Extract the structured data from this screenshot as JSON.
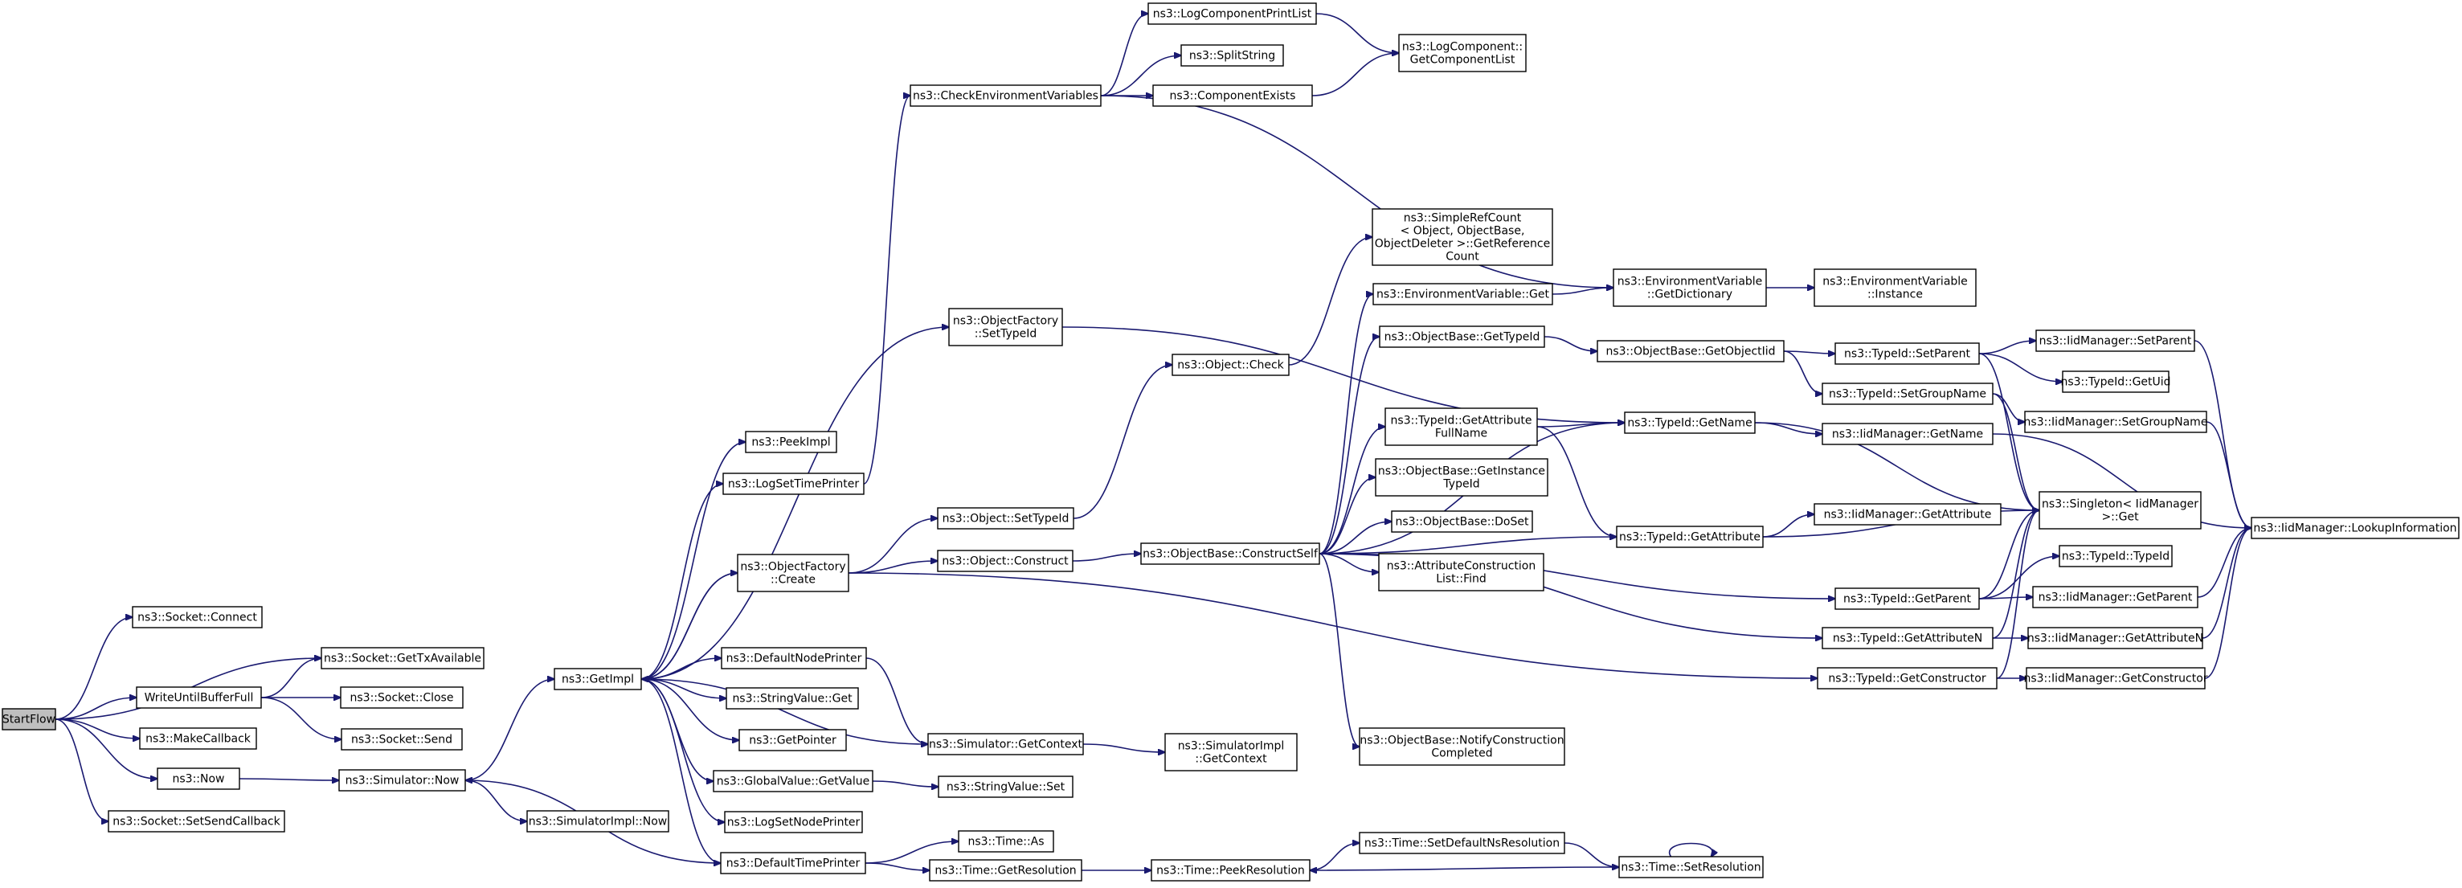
{
  "graph": {
    "edge_color": "#191970",
    "root_fill": "#bfbfbf",
    "nodes": [
      {
        "id": "StartFlow",
        "lines": [
          "StartFlow"
        ],
        "root": true
      },
      {
        "id": "SocketConnect",
        "lines": [
          "ns3::Socket::Connect"
        ]
      },
      {
        "id": "SocketGetTxAvailable",
        "lines": [
          "ns3::Socket::GetTxAvailable"
        ]
      },
      {
        "id": "WriteUntilBufferFull",
        "lines": [
          "WriteUntilBufferFull"
        ]
      },
      {
        "id": "SocketClose",
        "lines": [
          "ns3::Socket::Close"
        ]
      },
      {
        "id": "SocketSend",
        "lines": [
          "ns3::Socket::Send"
        ]
      },
      {
        "id": "MakeCallback",
        "lines": [
          "ns3::MakeCallback"
        ]
      },
      {
        "id": "Now",
        "lines": [
          "ns3::Now"
        ]
      },
      {
        "id": "SocketSetSendCallback",
        "lines": [
          "ns3::Socket::SetSendCallback"
        ]
      },
      {
        "id": "SimulatorNow",
        "lines": [
          "ns3::Simulator::Now"
        ]
      },
      {
        "id": "SimulatorImplNow",
        "lines": [
          "ns3::SimulatorImpl::Now"
        ]
      },
      {
        "id": "GetImpl",
        "lines": [
          "ns3::GetImpl"
        ]
      },
      {
        "id": "PeekImpl",
        "lines": [
          "ns3::PeekImpl"
        ]
      },
      {
        "id": "LogSetTimePrinter",
        "lines": [
          "ns3::LogSetTimePrinter"
        ]
      },
      {
        "id": "ObjectFactoryCreate",
        "lines": [
          "ns3::ObjectFactory",
          "::Create"
        ]
      },
      {
        "id": "DefaultNodePrinter",
        "lines": [
          "ns3::DefaultNodePrinter"
        ]
      },
      {
        "id": "StringValueGet",
        "lines": [
          "ns3::StringValue::Get"
        ]
      },
      {
        "id": "GetPointer",
        "lines": [
          "ns3::GetPointer"
        ]
      },
      {
        "id": "GlobalValueGetValue",
        "lines": [
          "ns3::GlobalValue::GetValue"
        ]
      },
      {
        "id": "LogSetNodePrinter",
        "lines": [
          "ns3::LogSetNodePrinter"
        ]
      },
      {
        "id": "DefaultTimePrinter",
        "lines": [
          "ns3::DefaultTimePrinter"
        ]
      },
      {
        "id": "CheckEnvironmentVariables",
        "lines": [
          "ns3::CheckEnvironmentVariables"
        ]
      },
      {
        "id": "ObjectFactorySetTypeId",
        "lines": [
          "ns3::ObjectFactory",
          "::SetTypeId"
        ]
      },
      {
        "id": "ObjectSetTypeId",
        "lines": [
          "ns3::Object::SetTypeId"
        ]
      },
      {
        "id": "ObjectConstruct",
        "lines": [
          "ns3::Object::Construct"
        ]
      },
      {
        "id": "SimulatorGetContext",
        "lines": [
          "ns3::Simulator::GetContext"
        ]
      },
      {
        "id": "StringValueSet",
        "lines": [
          "ns3::StringValue::Set"
        ]
      },
      {
        "id": "TimeAs",
        "lines": [
          "ns3::Time::As"
        ]
      },
      {
        "id": "TimeGetResolution",
        "lines": [
          "ns3::Time::GetResolution"
        ]
      },
      {
        "id": "LogComponentPrintList",
        "lines": [
          "ns3::LogComponentPrintList"
        ]
      },
      {
        "id": "SplitString",
        "lines": [
          "ns3::SplitString"
        ]
      },
      {
        "id": "ComponentExists",
        "lines": [
          "ns3::ComponentExists"
        ]
      },
      {
        "id": "ObjectCheck",
        "lines": [
          "ns3::Object::Check"
        ]
      },
      {
        "id": "ObjectBaseConstructSelf",
        "lines": [
          "ns3::ObjectBase::ConstructSelf"
        ]
      },
      {
        "id": "SimulatorImplGetContext",
        "lines": [
          "ns3::SimulatorImpl",
          "::GetContext"
        ]
      },
      {
        "id": "TimePeekResolution",
        "lines": [
          "ns3::Time::PeekResolution"
        ]
      },
      {
        "id": "LogComponentGetComponentList",
        "lines": [
          "ns3::LogComponent::",
          "GetComponentList"
        ]
      },
      {
        "id": "SimpleRefCountGetReferenceCount",
        "lines": [
          "ns3::SimpleRefCount",
          "< Object, ObjectBase,",
          "ObjectDeleter >::GetReference",
          "Count"
        ]
      },
      {
        "id": "EnvironmentVariableGet",
        "lines": [
          "ns3::EnvironmentVariable::Get"
        ]
      },
      {
        "id": "ObjectBaseGetTypeId",
        "lines": [
          "ns3::ObjectBase::GetTypeId"
        ]
      },
      {
        "id": "TypeIdGetAttributeFullName",
        "lines": [
          "ns3::TypeId::GetAttribute",
          "FullName"
        ]
      },
      {
        "id": "ObjectBaseGetInstanceTypeId",
        "lines": [
          "ns3::ObjectBase::GetInstance",
          "TypeId"
        ]
      },
      {
        "id": "ObjectBaseDoSet",
        "lines": [
          "ns3::ObjectBase::DoSet"
        ]
      },
      {
        "id": "AttributeConstructionListFind",
        "lines": [
          "ns3::AttributeConstruction",
          "List::Find"
        ]
      },
      {
        "id": "ObjectBaseNotifyConstructionCompleted",
        "lines": [
          "ns3::ObjectBase::NotifyConstruction",
          "Completed"
        ]
      },
      {
        "id": "TimeSetDefaultNsResolution",
        "lines": [
          "ns3::Time::SetDefaultNsResolution"
        ]
      },
      {
        "id": "EnvironmentVariableGetDictionary",
        "lines": [
          "ns3::EnvironmentVariable",
          "::GetDictionary"
        ]
      },
      {
        "id": "ObjectBaseGetObjectIid",
        "lines": [
          "ns3::ObjectBase::GetObjectIid"
        ]
      },
      {
        "id": "TypeIdGetName",
        "lines": [
          "ns3::TypeId::GetName"
        ]
      },
      {
        "id": "TypeIdGetAttribute",
        "lines": [
          "ns3::TypeId::GetAttribute"
        ]
      },
      {
        "id": "TimeSetResolution",
        "lines": [
          "ns3::Time::SetResolution"
        ]
      },
      {
        "id": "EnvironmentVariableInstance",
        "lines": [
          "ns3::EnvironmentVariable",
          "::Instance"
        ]
      },
      {
        "id": "TypeIdSetParent",
        "lines": [
          "ns3::TypeId::SetParent"
        ]
      },
      {
        "id": "TypeIdSetGroupName",
        "lines": [
          "ns3::TypeId::SetGroupName"
        ]
      },
      {
        "id": "IidManagerGetName",
        "lines": [
          "ns3::IidManager::GetName"
        ]
      },
      {
        "id": "IidManagerGetAttribute",
        "lines": [
          "ns3::IidManager::GetAttribute"
        ]
      },
      {
        "id": "TypeIdGetParent",
        "lines": [
          "ns3::TypeId::GetParent"
        ]
      },
      {
        "id": "TypeIdGetAttributeN",
        "lines": [
          "ns3::TypeId::GetAttributeN"
        ]
      },
      {
        "id": "TypeIdGetConstructor",
        "lines": [
          "ns3::TypeId::GetConstructor"
        ]
      },
      {
        "id": "IidManagerSetParent",
        "lines": [
          "ns3::IidManager::SetParent"
        ]
      },
      {
        "id": "TypeIdGetUid",
        "lines": [
          "ns3::TypeId::GetUid"
        ]
      },
      {
        "id": "IidManagerSetGroupName",
        "lines": [
          "ns3::IidManager::SetGroupName"
        ]
      },
      {
        "id": "SingletonIidManagerGet",
        "lines": [
          "ns3::Singleton< IidManager",
          " >::Get"
        ]
      },
      {
        "id": "TypeIdTypeId",
        "lines": [
          "ns3::TypeId::TypeId"
        ]
      },
      {
        "id": "IidManagerGetParent",
        "lines": [
          "ns3::IidManager::GetParent"
        ]
      },
      {
        "id": "IidManagerGetAttributeN",
        "lines": [
          "ns3::IidManager::GetAttributeN"
        ]
      },
      {
        "id": "IidManagerGetConstructor",
        "lines": [
          "ns3::IidManager::GetConstructor"
        ]
      },
      {
        "id": "IidManagerLookupInformation",
        "lines": [
          "ns3::IidManager::LookupInformation"
        ]
      }
    ],
    "edges": [
      [
        "StartFlow",
        "SocketConnect"
      ],
      [
        "StartFlow",
        "SocketGetTxAvailable"
      ],
      [
        "StartFlow",
        "WriteUntilBufferFull"
      ],
      [
        "StartFlow",
        "MakeCallback"
      ],
      [
        "StartFlow",
        "Now"
      ],
      [
        "StartFlow",
        "SocketSetSendCallback"
      ],
      [
        "WriteUntilBufferFull",
        "SocketGetTxAvailable"
      ],
      [
        "WriteUntilBufferFull",
        "SocketClose"
      ],
      [
        "WriteUntilBufferFull",
        "SocketSend"
      ],
      [
        "Now",
        "SimulatorNow"
      ],
      [
        "SimulatorNow",
        "GetImpl"
      ],
      [
        "SimulatorNow",
        "SimulatorImplNow"
      ],
      [
        "GetImpl",
        "PeekImpl"
      ],
      [
        "GetImpl",
        "LogSetTimePrinter"
      ],
      [
        "GetImpl",
        "ObjectFactorySetTypeId"
      ],
      [
        "GetImpl",
        "ObjectFactoryCreate"
      ],
      [
        "GetImpl",
        "DefaultNodePrinter"
      ],
      [
        "GetImpl",
        "StringValueGet"
      ],
      [
        "GetImpl",
        "GetPointer"
      ],
      [
        "GetImpl",
        "GlobalValueGetValue"
      ],
      [
        "GetImpl",
        "LogSetNodePrinter"
      ],
      [
        "GetImpl",
        "DefaultTimePrinter"
      ],
      [
        "GetImpl",
        "SimulatorGetContext"
      ],
      [
        "LogSetTimePrinter",
        "CheckEnvironmentVariables"
      ],
      [
        "ObjectFactoryCreate",
        "GetImpl"
      ],
      [
        "ObjectFactoryCreate",
        "ObjectSetTypeId"
      ],
      [
        "ObjectFactoryCreate",
        "ObjectConstruct"
      ],
      [
        "ObjectFactoryCreate",
        "TypeIdGetConstructor"
      ],
      [
        "ObjectFactorySetTypeId",
        "TypeIdGetName"
      ],
      [
        "DefaultNodePrinter",
        "SimulatorGetContext"
      ],
      [
        "GlobalValueGetValue",
        "StringValueSet"
      ],
      [
        "DefaultTimePrinter",
        "SimulatorNow"
      ],
      [
        "DefaultTimePrinter",
        "TimeAs"
      ],
      [
        "DefaultTimePrinter",
        "TimeGetResolution"
      ],
      [
        "CheckEnvironmentVariables",
        "LogComponentPrintList"
      ],
      [
        "CheckEnvironmentVariables",
        "SplitString"
      ],
      [
        "CheckEnvironmentVariables",
        "ComponentExists"
      ],
      [
        "CheckEnvironmentVariables",
        "EnvironmentVariableGetDictionary"
      ],
      [
        "LogComponentPrintList",
        "LogComponentGetComponentList"
      ],
      [
        "ComponentExists",
        "LogComponentGetComponentList"
      ],
      [
        "ObjectSetTypeId",
        "ObjectCheck"
      ],
      [
        "ObjectCheck",
        "SimpleRefCountGetReferenceCount"
      ],
      [
        "ObjectConstruct",
        "ObjectBaseConstructSelf"
      ],
      [
        "SimulatorGetContext",
        "SimulatorImplGetContext"
      ],
      [
        "TimeGetResolution",
        "TimePeekResolution"
      ],
      [
        "ObjectBaseConstructSelf",
        "EnvironmentVariableGet"
      ],
      [
        "ObjectBaseConstructSelf",
        "ObjectBaseGetTypeId"
      ],
      [
        "ObjectBaseConstructSelf",
        "TypeIdGetName"
      ],
      [
        "ObjectBaseConstructSelf",
        "TypeIdGetAttributeFullName"
      ],
      [
        "ObjectBaseConstructSelf",
        "ObjectBaseGetInstanceTypeId"
      ],
      [
        "ObjectBaseConstructSelf",
        "ObjectBaseDoSet"
      ],
      [
        "ObjectBaseConstructSelf",
        "AttributeConstructionListFind"
      ],
      [
        "ObjectBaseConstructSelf",
        "TypeIdGetAttribute"
      ],
      [
        "ObjectBaseConstructSelf",
        "TypeIdGetParent"
      ],
      [
        "ObjectBaseConstructSelf",
        "TypeIdGetAttributeN"
      ],
      [
        "ObjectBaseConstructSelf",
        "ObjectBaseNotifyConstructionCompleted"
      ],
      [
        "EnvironmentVariableGet",
        "EnvironmentVariableGetDictionary"
      ],
      [
        "EnvironmentVariableGetDictionary",
        "EnvironmentVariableInstance"
      ],
      [
        "ObjectBaseGetTypeId",
        "ObjectBaseGetObjectIid"
      ],
      [
        "ObjectBaseGetObjectIid",
        "TypeIdSetParent"
      ],
      [
        "ObjectBaseGetObjectIid",
        "TypeIdSetGroupName"
      ],
      [
        "TypeIdGetAttributeFullName",
        "TypeIdGetName"
      ],
      [
        "TypeIdGetAttributeFullName",
        "TypeIdGetAttribute"
      ],
      [
        "TypeIdGetName",
        "IidManagerGetName"
      ],
      [
        "TypeIdGetName",
        "SingletonIidManagerGet"
      ],
      [
        "TypeIdGetAttribute",
        "IidManagerGetAttribute"
      ],
      [
        "TypeIdGetAttribute",
        "SingletonIidManagerGet"
      ],
      [
        "TimePeekResolution",
        "TimeSetDefaultNsResolution"
      ],
      [
        "TimeSetDefaultNsResolution",
        "TimeSetResolution"
      ],
      [
        "TimeSetResolution",
        "TimePeekResolution"
      ],
      [
        "TimeSetResolution",
        "TimeSetResolution"
      ],
      [
        "TypeIdSetParent",
        "IidManagerSetParent"
      ],
      [
        "TypeIdSetParent",
        "TypeIdGetUid"
      ],
      [
        "TypeIdSetParent",
        "SingletonIidManagerGet"
      ],
      [
        "TypeIdSetGroupName",
        "IidManagerSetGroupName"
      ],
      [
        "TypeIdSetGroupName",
        "SingletonIidManagerGet"
      ],
      [
        "IidManagerGetName",
        "IidManagerLookupInformation"
      ],
      [
        "TypeIdGetParent",
        "TypeIdTypeId"
      ],
      [
        "TypeIdGetParent",
        "IidManagerGetParent"
      ],
      [
        "TypeIdGetParent",
        "SingletonIidManagerGet"
      ],
      [
        "TypeIdGetAttributeN",
        "IidManagerGetAttributeN"
      ],
      [
        "TypeIdGetAttributeN",
        "SingletonIidManagerGet"
      ],
      [
        "TypeIdGetConstructor",
        "IidManagerGetConstructor"
      ],
      [
        "TypeIdGetConstructor",
        "SingletonIidManagerGet"
      ],
      [
        "IidManagerSetParent",
        "IidManagerLookupInformation"
      ],
      [
        "IidManagerSetGroupName",
        "IidManagerLookupInformation"
      ],
      [
        "IidManagerGetParent",
        "IidManagerLookupInformation"
      ],
      [
        "IidManagerGetAttributeN",
        "IidManagerLookupInformation"
      ],
      [
        "IidManagerGetConstructor",
        "IidManagerLookupInformation"
      ]
    ]
  }
}
